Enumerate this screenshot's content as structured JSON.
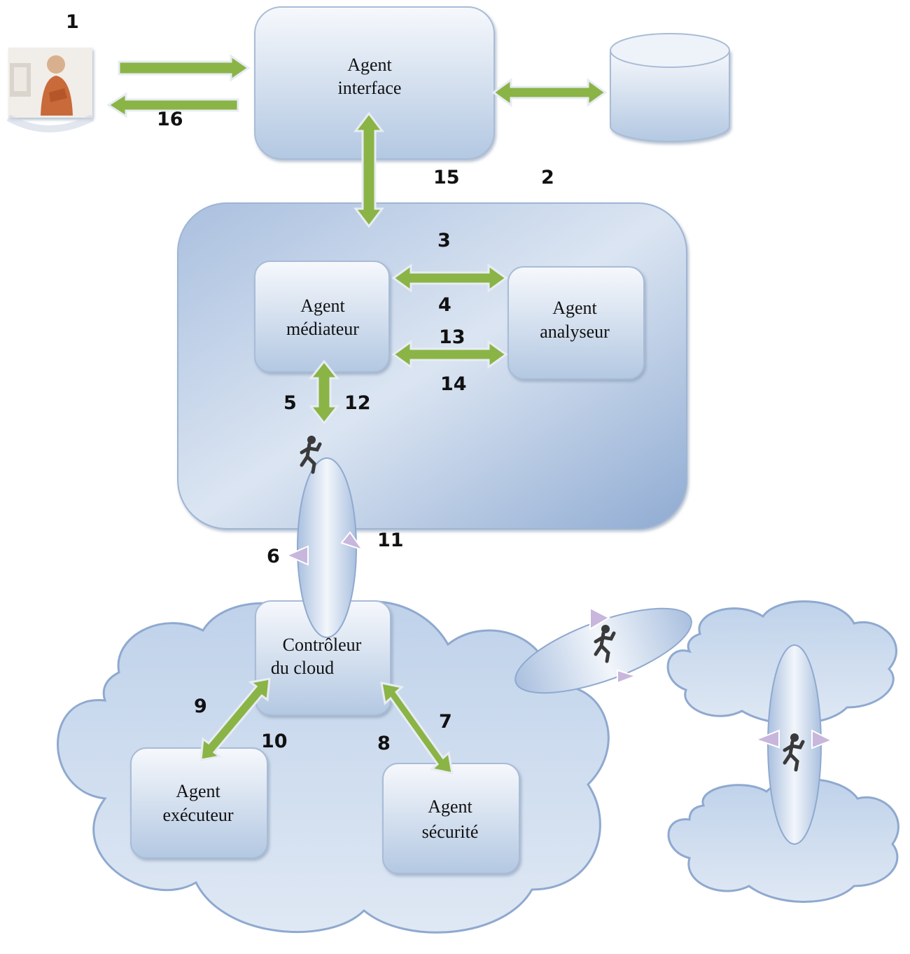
{
  "nodes": {
    "interface": [
      "Agent",
      "interface"
    ],
    "mediateur": [
      "Agent",
      "médiateur"
    ],
    "analyseur": [
      "Agent",
      "analyseur"
    ],
    "controleur": [
      "Contrôleur",
      "du cloud"
    ],
    "executeur": [
      "Agent",
      "exécuteur"
    ],
    "securite": [
      "Agent",
      "sécurité"
    ]
  },
  "steps": [
    "1",
    "2",
    "3",
    "4",
    "5",
    "6",
    "7",
    "8",
    "9",
    "10",
    "11",
    "12",
    "13",
    "14",
    "15",
    "16"
  ],
  "colors": {
    "arrow": "#8ab446",
    "box_fill": "#dbe5f1",
    "cloud_fill": "#c6d7ec",
    "migration_marker": "#c9b6dc"
  },
  "icons": [
    "user-at-computer-icon",
    "database-icon",
    "mobile-agent-runner-icon"
  ]
}
